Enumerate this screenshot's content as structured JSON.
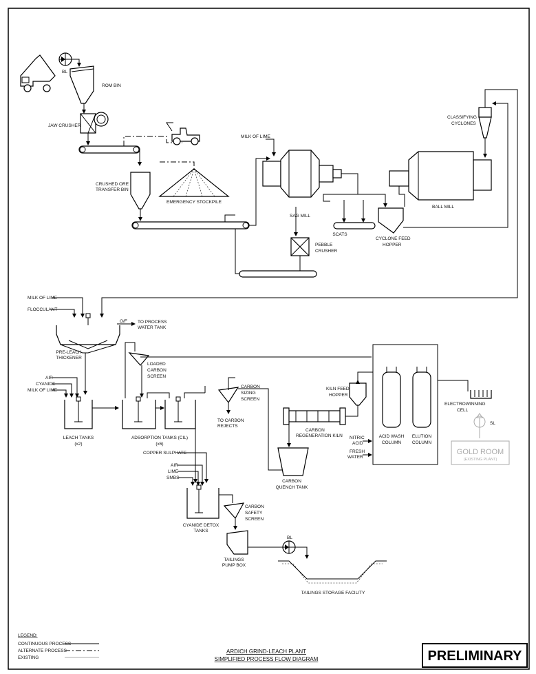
{
  "labels": {
    "bl_top": "BL",
    "rom_bin": "ROM BIN",
    "jaw_crusher": "JAW CRUSHER",
    "crushed_ore_1": "CRUSHED ORE",
    "crushed_ore_2": "TRANSFER BIN",
    "emergency_stockpile": "EMERGENCY STOCKPILE",
    "milk_of_lime_top": "MILK OF LIME",
    "sag_mill": "SAG MILL",
    "scats": "SCATS",
    "pebble_1": "PEBBLE",
    "pebble_2": "CRUSHER",
    "classifying_1": "CLASSIFYING",
    "classifying_2": "CYCLONES",
    "ball_mill": "BALL MILL",
    "cyclone_feed_1": "CYCLONE FEED",
    "cyclone_feed_2": "HOPPER",
    "milk_of_lime_thk": "MILK OF LIME",
    "flocculant": "FLOCCULANT",
    "of": "O/F",
    "to_process_1": "TO PROCESS",
    "to_process_2": "WATER TANK",
    "pre_leach_1": "PRE-LEACH",
    "pre_leach_2": "THICKENER",
    "loaded_1": "LOADED",
    "loaded_2": "CARBON",
    "loaded_3": "SCREEN",
    "air_1": "AIR",
    "cyanide": "CYANIDE",
    "milk_of_lime_leach": "MILK OF LIME",
    "leach_tanks": "LEACH TANKS",
    "leach_x": "(x2)",
    "adsorption_tanks": "ADSORPTION TANKS (CIL)",
    "adsorption_x": "(x6)",
    "carbon_sizing_1": "CARBON",
    "carbon_sizing_2": "SIZING",
    "carbon_sizing_3": "SCREEN",
    "to_carbon_1": "TO CARBON",
    "to_carbon_2": "REJECTS",
    "kiln_feed_1": "KILN FEED",
    "kiln_feed_2": "HOPPER",
    "carbon_regen_1": "CARBON",
    "carbon_regen_2": "REGENERATION KILN",
    "acid_wash_1": "ACID WASH",
    "acid_wash_2": "COLUMN",
    "elution_1": "ELUTION",
    "elution_2": "COLUMN",
    "nitric_1": "NITRIC",
    "nitric_2": "ACID",
    "fresh_1": "FRESH",
    "fresh_2": "WATER",
    "electrowinning_1": "ELECTROWINNING",
    "electrowinning_2": "CELL",
    "bl_gold": "SL",
    "gold_room": "GOLD ROOM",
    "gold_room_sub": "(EXISTING PLANT)",
    "copper_sulphate": "COPPER SULPHATE",
    "air_2": "AIR",
    "lime": "LIME",
    "smbs": "SMBS",
    "carbon_quench_1": "CARBON",
    "carbon_quench_2": "QUENCH TANK",
    "cyanide_detox_1": "CYANIDE DETOX",
    "cyanide_detox_2": "TANKS",
    "carbon_safety_1": "CARBON",
    "carbon_safety_2": "SAFETY",
    "carbon_safety_3": "SCREEN",
    "tailings_pump_1": "TAILINGS",
    "tailings_pump_2": "PUMP BOX",
    "bl_tail": "BL",
    "tsf": "TAILINGS STORAGE FACILITY"
  },
  "legend": {
    "heading": "LEGEND:",
    "continuous": "CONTINUOUS PROCESS",
    "alternate": "ALTERNATE PROCESS",
    "existing": "EXISTING"
  },
  "title_block": {
    "line1": "ARDICH GRIND-LEACH PLANT",
    "line2": "SIMPLIFIED PROCESS FLOW DIAGRAM",
    "stamp": "PRELIMINARY"
  }
}
